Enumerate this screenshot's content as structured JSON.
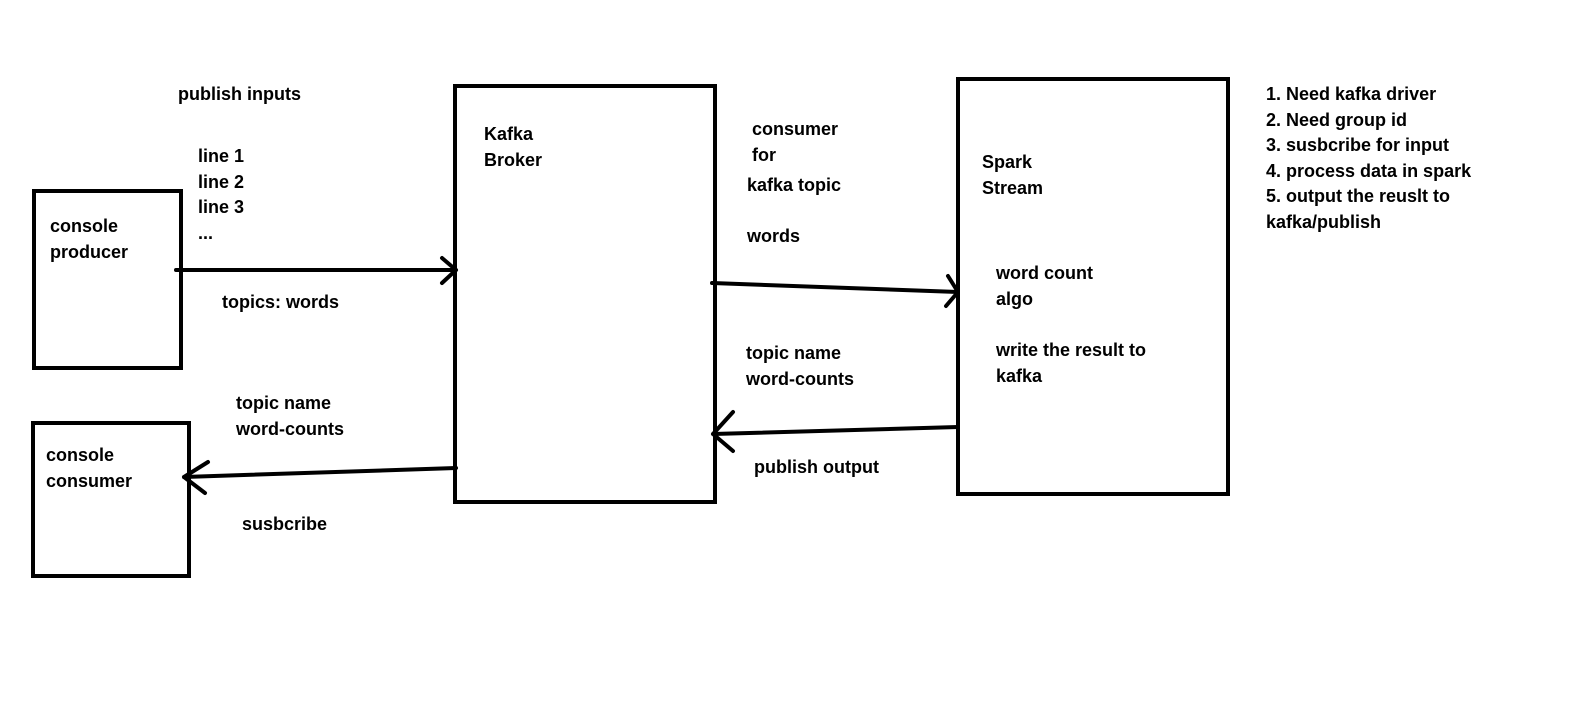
{
  "colors": {
    "ink": "#000000",
    "background": "#ffffff"
  },
  "nodes": {
    "console_producer": {
      "lines": [
        "console",
        "producer"
      ]
    },
    "console_consumer": {
      "lines": [
        "console",
        "consumer"
      ]
    },
    "kafka_broker": {
      "lines": [
        "Kafka",
        "Broker"
      ]
    },
    "spark_stream": {
      "lines": [
        "Spark",
        "Stream"
      ]
    }
  },
  "labels": {
    "publish_inputs": "publish inputs",
    "input_lines": [
      "line 1",
      "line 2",
      "line 3",
      "..."
    ],
    "topics_words": "topics: words",
    "topic_name_left": [
      "topic name",
      "word-counts"
    ],
    "susbcribe": "susbcribe",
    "consumer_for": [
      "consumer",
      "for"
    ],
    "kafka_topic": "kafka topic",
    "words": "words",
    "topic_name_right": [
      "topic name",
      "word-counts"
    ],
    "publish_output": "publish output",
    "word_count_algo": [
      "word count",
      "algo"
    ],
    "write_result": [
      "write the result to",
      "kafka"
    ]
  },
  "notes": [
    "1. Need kafka driver",
    "2. Need group id",
    "3. susbcribe for input",
    "4. process data in spark",
    "5. output the reuslt to",
    "kafka/publish"
  ]
}
